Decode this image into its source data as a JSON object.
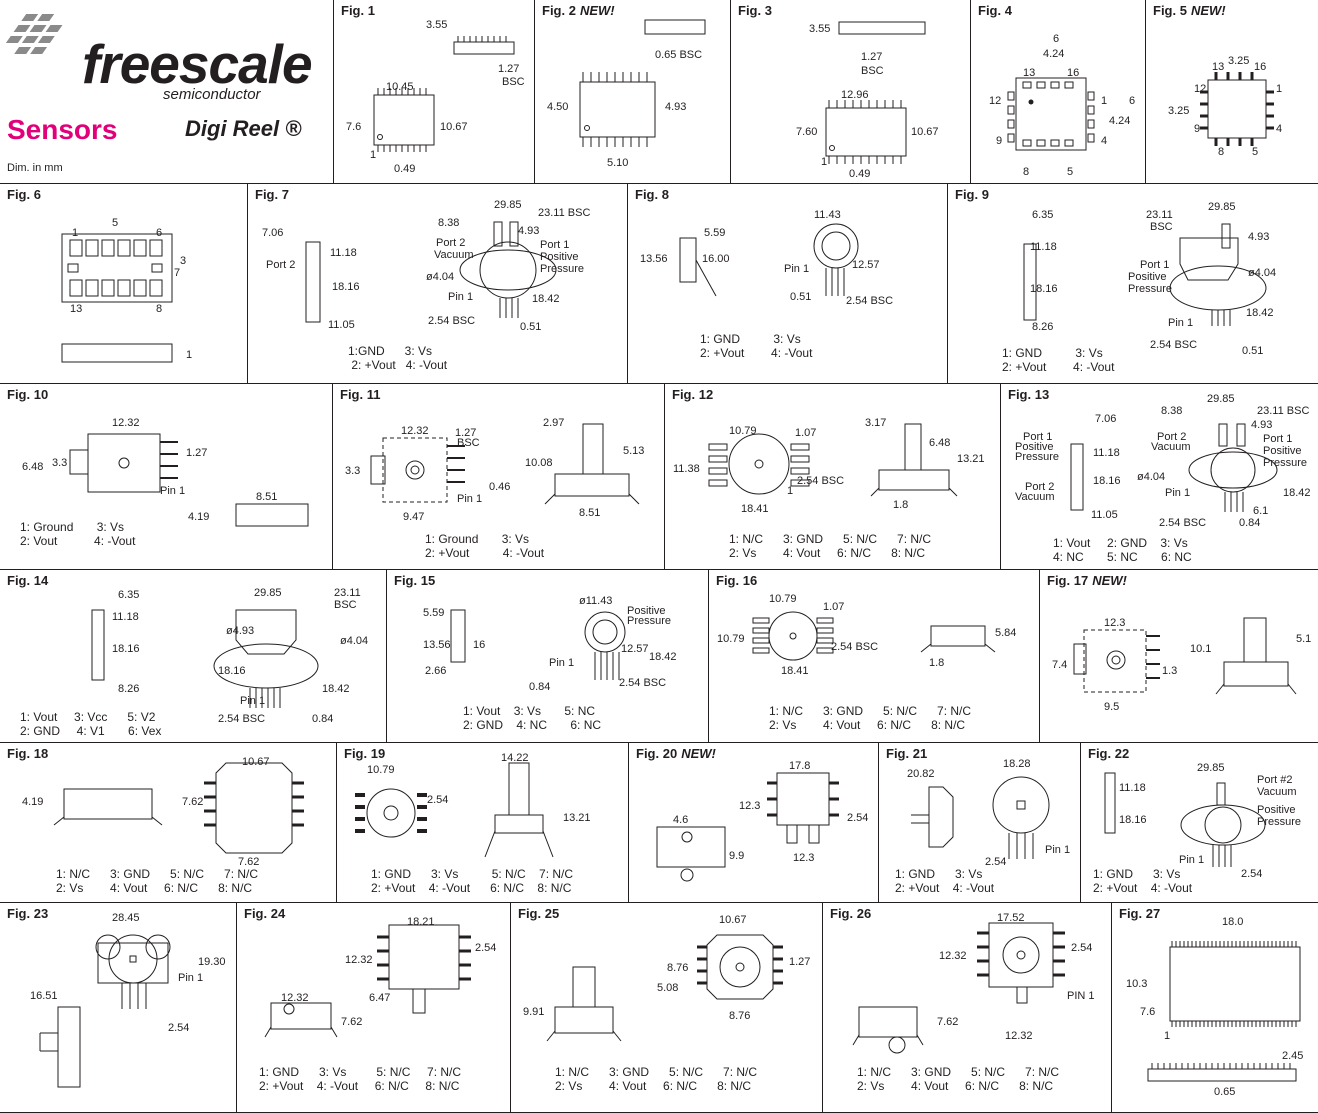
{
  "brand": {
    "name": "freescale",
    "tm": "™",
    "sub": "semiconductor",
    "section": "Sensors",
    "reel": "Digi Reel ®",
    "units": "Dim. in mm"
  },
  "new_tag": "NEW!",
  "figures": {
    "f1": {
      "title": "Fig. 1",
      "labels": [
        "3.55",
        "1.27",
        "BSC",
        "10.45",
        "7.6",
        "10.67",
        "1",
        "0.49"
      ]
    },
    "f2": {
      "title": "Fig. 2",
      "new": true,
      "labels": [
        "0.65 BSC",
        "4.50",
        "4.93",
        "5.10"
      ]
    },
    "f3": {
      "title": "Fig. 3",
      "labels": [
        "3.55",
        "1.27",
        "BSC",
        "12.96",
        "7.60",
        "10.67",
        "1",
        "0.49"
      ]
    },
    "f4": {
      "title": "Fig. 4",
      "labels": [
        "6",
        "4.24",
        "13",
        "16",
        "12",
        "1",
        "6",
        "4.24",
        "9",
        "4",
        "8",
        "5"
      ]
    },
    "f5": {
      "title": "Fig. 5",
      "new": true,
      "labels": [
        "3.25",
        "13",
        "16",
        "12",
        "1",
        "3.25",
        "9",
        "4",
        "8",
        "5"
      ]
    },
    "f6": {
      "title": "Fig. 6",
      "labels": [
        "5",
        "1",
        "6",
        "3",
        "7",
        "13",
        "8",
        "1"
      ]
    },
    "f7": {
      "title": "Fig. 7",
      "labels": [
        "29.85",
        "23.11 BSC",
        "7.06",
        "8.38",
        "4.93",
        "11.18",
        "Port 2",
        "Vacuum",
        "Port 1",
        "Positive",
        "Pressure",
        "Port 2",
        "18.16",
        "ø4.04",
        "Pin 1",
        "18.42",
        "2.54 BSC",
        "11.05",
        "0.51"
      ],
      "pins": "1:GND      3: Vs\n 2: +Vout   4: -Vout"
    },
    "f8": {
      "title": "Fig. 8",
      "labels": [
        "11.43",
        "5.59",
        "13.56",
        "16.00",
        "Pin 1",
        "12.57",
        "0.51",
        "2.54 BSC"
      ],
      "pins": "1: GND          3: Vs\n2: +Vout        4: -Vout"
    },
    "f9": {
      "title": "Fig. 9",
      "labels": [
        "6.35",
        "23.11",
        "BSC",
        "29.85",
        "11.18",
        "4.93",
        "Port 1",
        "Positive",
        "Pressure",
        "ø4.04",
        "18.16",
        "Pin 1",
        "18.42",
        "8.26",
        "2.54 BSC",
        "0.51"
      ],
      "pins": "1: GND          3: Vs\n2: +Vout        4: -Vout"
    },
    "f10": {
      "title": "Fig. 10",
      "labels": [
        "12.32",
        "1.27",
        "6.48",
        "3.3",
        "Pin 1",
        "8.51",
        "4.19"
      ],
      "pins": "1: Ground       3: Vs\n2: Vout           4: -Vout"
    },
    "f11": {
      "title": "Fig. 11",
      "labels": [
        "12.32",
        "1.27",
        "BSC",
        "2.97",
        "5.13",
        "10.08",
        "3.3",
        "Pin 1",
        "0.46",
        "9.47",
        "8.51"
      ],
      "pins": "1: Ground       3: Vs\n2: +Vout          4: -Vout"
    },
    "f12": {
      "title": "Fig. 12",
      "labels": [
        "10.79",
        "1.07",
        "3.17",
        "6.48",
        "11.38",
        "2.54 BSC",
        "13.21",
        "18.41",
        "1",
        "1.8"
      ],
      "pins": "1: N/C      3: GND      5: N/C      7: N/C\n2: Vs        4: Vout     6: N/C      8: N/C"
    },
    "f13": {
      "title": "Fig. 13",
      "labels": [
        "29.85",
        "7.06",
        "8.38",
        "23.11 BSC",
        "Port 1",
        "Positive",
        "Pressure",
        "Port 2",
        "Vacuum",
        "4.93",
        "Port 1",
        "Positive",
        "Pressure",
        "11.18",
        "ø4.04",
        "18.16",
        "Port 2",
        "Vacuum",
        "Pin 1",
        "18.42",
        "11.05",
        "6.1",
        "2.54 BSC",
        "0.84"
      ],
      "pins": "1: Vout     2: GND    3: Vs\n4: NC       5: NC       6: NC"
    },
    "f14": {
      "title": "Fig. 14",
      "labels": [
        "6.35",
        "29.85",
        "23.11",
        "BSC",
        "11.18",
        "ø4.93",
        "ø4.04",
        "18.16",
        "18.16",
        "8.26",
        "Pin 1",
        "18.42",
        "2.54 BSC",
        "0.84"
      ],
      "pins": "1: Vout     3: Vcc      5: V2\n2: GND     4: V1       6: Vex"
    },
    "f15": {
      "title": "Fig. 15",
      "labels": [
        "ø11.43",
        "Positive",
        "Pressure",
        "5.59",
        "13.56",
        "16",
        "Pin 1",
        "12.57",
        "18.42",
        "2.66",
        "0.84",
        "2.54 BSC"
      ],
      "pins": "1: Vout    3: Vs       5: NC\n2: GND    4: NC       6: NC"
    },
    "f16": {
      "title": "Fig. 16",
      "labels": [
        "10.79",
        "1.07",
        "10.79",
        "2.54 BSC",
        "5.84",
        "18.41",
        "1.8"
      ],
      "pins": "1: N/C      3: GND      5: N/C      7: N/C\n2: Vs        4: Vout     6: N/C      8: N/C"
    },
    "f17": {
      "title": "Fig. 17",
      "new": true,
      "labels": [
        "12.3",
        "7.4",
        "1.3",
        "10.1",
        "5.1",
        "9.5"
      ]
    },
    "f18": {
      "title": "Fig. 18",
      "labels": [
        "10.67",
        "4.19",
        "7.62",
        "7.62"
      ],
      "pins": "1: N/C      3: GND      5: N/C      7: N/C\n2: Vs        4: Vout     6: N/C      8: N/C"
    },
    "f19": {
      "title": "Fig. 19",
      "labels": [
        "10.79",
        "2.54",
        "14.22",
        "13.21"
      ],
      "pins": "1: GND      3: Vs          5: N/C    7: N/C\n2: +Vout    4: -Vout      6: N/C    8: N/C"
    },
    "f20": {
      "title": "Fig. 20",
      "new": true,
      "labels": [
        "17.8",
        "12.3",
        "2.54",
        "4.6",
        "9.9",
        "12.3"
      ]
    },
    "f21": {
      "title": "Fig. 21",
      "labels": [
        "20.82",
        "18.28",
        "2.54",
        "Pin 1"
      ],
      "pins": "1: GND      3: Vs\n2: +Vout    4: -Vout"
    },
    "f22": {
      "title": "Fig. 22",
      "labels": [
        "29.85",
        "Port #2",
        "Vacuum",
        "11.18",
        "Positive",
        "Pressure",
        "18.16",
        "Pin 1",
        "2.54"
      ],
      "pins": "1: GND      3: Vs\n2: +Vout    4: -Vout"
    },
    "f23": {
      "title": "Fig. 23",
      "labels": [
        "28.45",
        "19.30",
        "Pin 1",
        "16.51",
        "2.54"
      ]
    },
    "f24": {
      "title": "Fig. 24",
      "labels": [
        "18.21",
        "12.32",
        "2.54",
        "6.47",
        "12.32",
        "7.62"
      ],
      "pins": "1: GND      3: Vs         5: N/C     7: N/C\n2: +Vout    4: -Vout     6: N/C     8: N/C"
    },
    "f25": {
      "title": "Fig. 25",
      "labels": [
        "10.67",
        "8.76",
        "1.27",
        "5.08",
        "9.91",
        "8.76"
      ],
      "pins": "1: N/C      3: GND      5: N/C      7: N/C\n2: Vs        4: Vout     6: N/C      8: N/C"
    },
    "f26": {
      "title": "Fig. 26",
      "labels": [
        "17.52",
        "12.32",
        "2.54",
        "PIN 1",
        "7.62",
        "12.32"
      ],
      "pins": "1: N/C      3: GND      5: N/C      7: N/C\n2: Vs        4: Vout     6: N/C      8: N/C"
    },
    "f27": {
      "title": "Fig. 27",
      "labels": [
        "18.0",
        "10.3",
        "7.6",
        "1",
        "2.45",
        "0.65"
      ]
    }
  }
}
